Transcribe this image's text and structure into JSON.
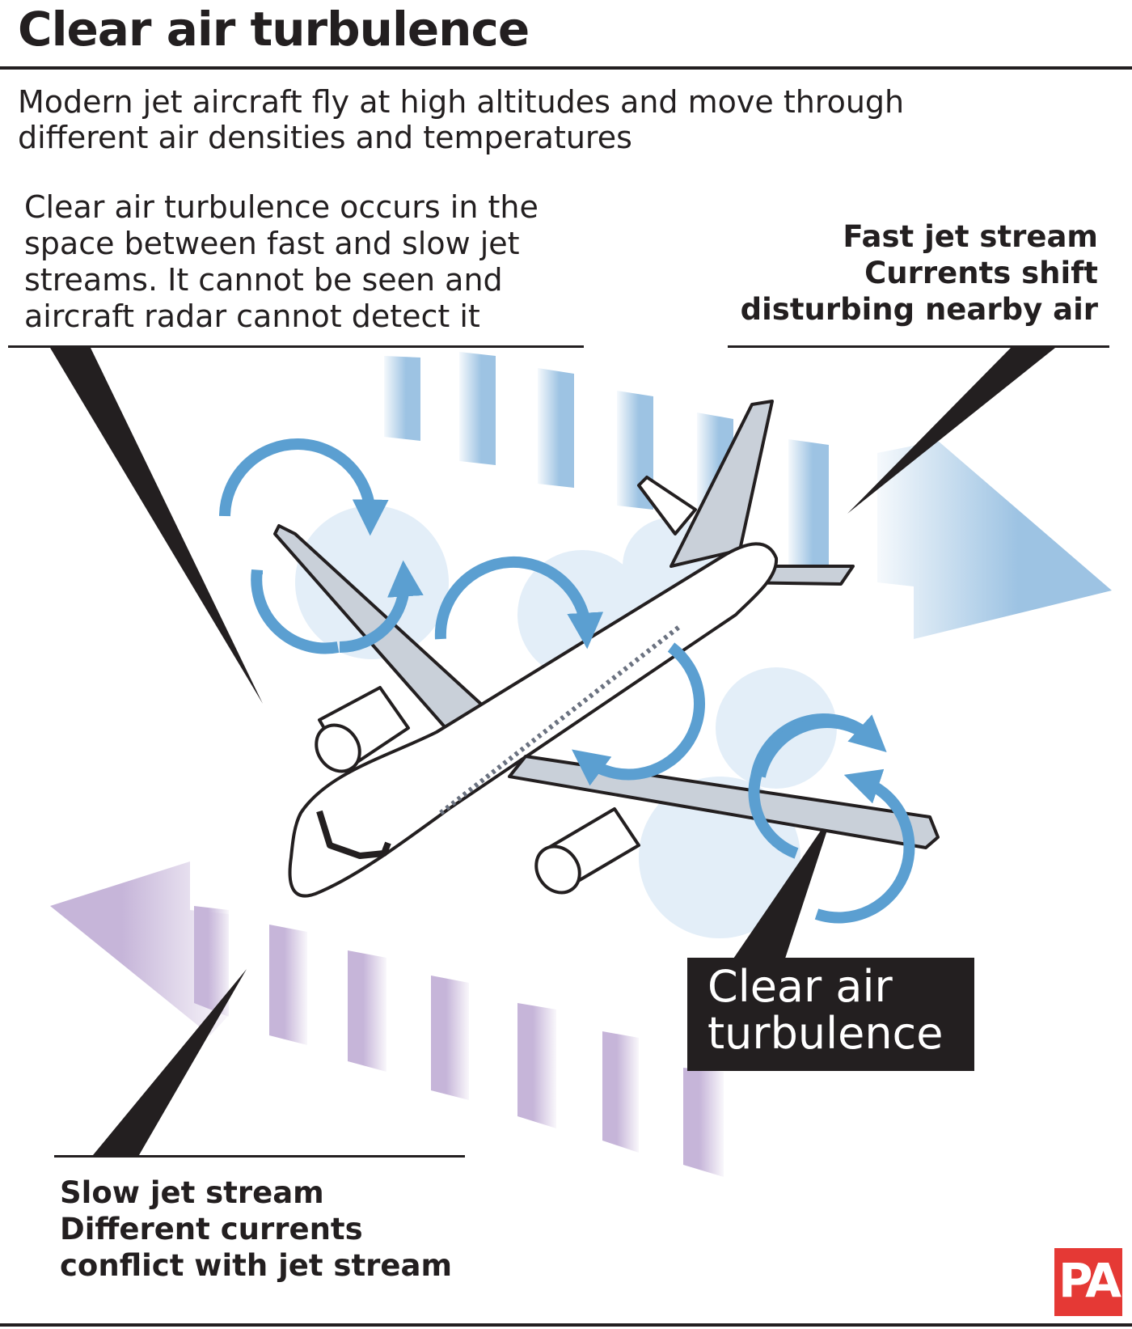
{
  "title": "Clear air turbulence",
  "subtitle": [
    "Modern jet aircraft fly at high altitudes and move through",
    "different air densities and temperatures"
  ],
  "callout_cat": [
    "Clear air turbulence occurs in the",
    "space between fast and slow jet",
    "streams. It cannot be seen and",
    "aircraft radar cannot detect it"
  ],
  "callout_fast": [
    "Fast jet stream",
    "Currents shift",
    "disturbing nearby air"
  ],
  "callout_slow": [
    "Slow jet stream",
    "Different currents",
    "conflict with jet stream"
  ],
  "label_cat": [
    "Clear air",
    "turbulence"
  ],
  "logo": "PA",
  "colors": {
    "ink": "#231f20",
    "fast_stream": "#9dc3e3",
    "slow_stream": "#c6b5d9",
    "turbulence_arrow": "#5b9fd1",
    "cloud": "#e3eef8",
    "aircraft_body": "#ffffff",
    "aircraft_wing": "#c9d0d9",
    "logo_bg": "#e53935"
  },
  "icons": [
    "fast-jet-stream-arrow",
    "slow-jet-stream-arrow",
    "aircraft-icon",
    "turbulence-swirl-icon",
    "cloud-icon"
  ]
}
